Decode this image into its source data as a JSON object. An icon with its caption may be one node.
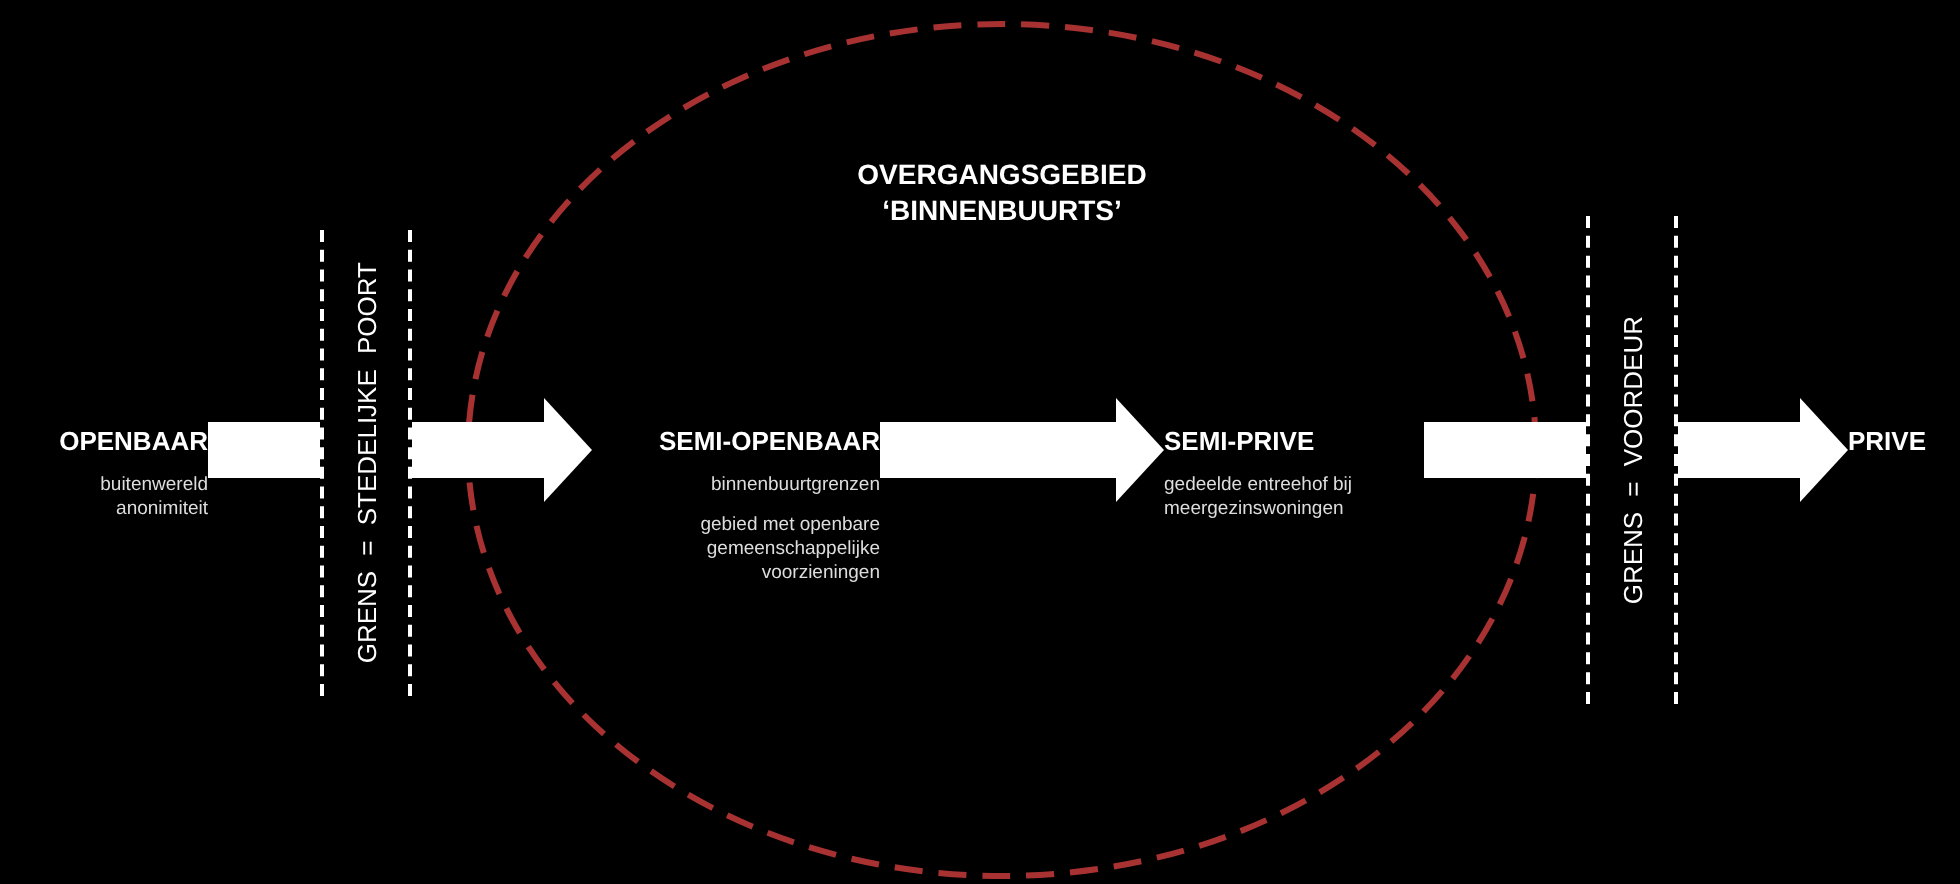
{
  "diagram": {
    "nodes": [
      {
        "text": [
          "OPENBAAR",
          "buitenwereld anonimiteit"
        ]
      },
      {
        "text": [
          "GRENS = STEDELIJKE POORT"
        ]
      },
      {
        "text": [
          "OVERGANGSGEBIED ‘BINNENBUURTS’"
        ]
      },
      {
        "text": [
          "SEMI-OPENBAAR",
          "binnenbuurtgrenzen",
          "gebied met openbare gemeenschappelijke voorzieningen"
        ],
        "in": 2
      },
      {
        "text": [
          "SEMI-PRIVE",
          "gedeelde entreehof bij meergezinswoningen"
        ],
        "in": 2
      },
      {
        "text": [
          "GRENS = VOORDEUR"
        ]
      },
      {
        "text": [
          "PRIVE"
        ]
      }
    ],
    "edges": [
      {
        "from": 0,
        "to": 1,
        "arrow": "none"
      },
      {
        "from": 1,
        "to": 3,
        "arrow": "to"
      },
      {
        "from": 3,
        "to": 4,
        "arrow": "to"
      },
      {
        "from": 4,
        "to": 5,
        "arrow": "none"
      },
      {
        "from": 5,
        "to": 6,
        "arrow": "to"
      }
    ]
  }
}
